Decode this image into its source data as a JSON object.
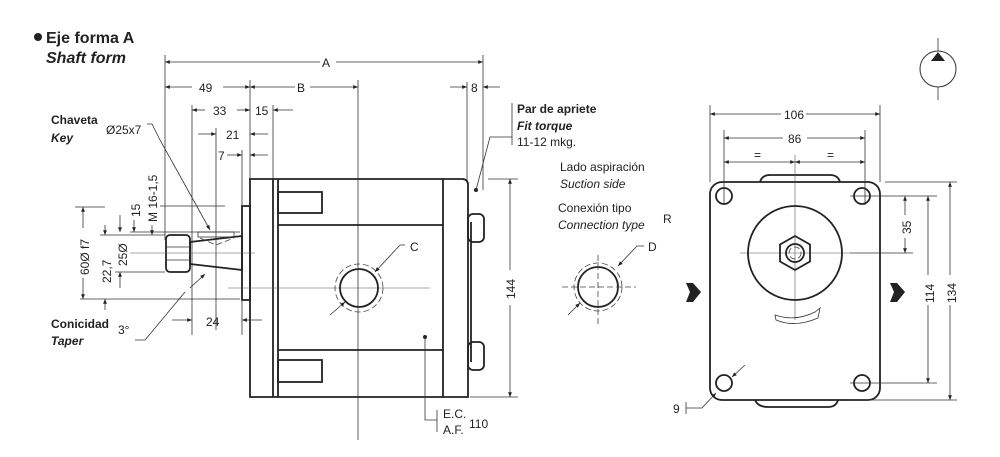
{
  "title": {
    "es": "Eje forma A",
    "en": "Shaft form"
  },
  "dimensions": {
    "A": "A",
    "d49": "49",
    "B": "B",
    "d8": "8",
    "d33": "33",
    "d15": "15",
    "d21": "21",
    "d7": "7",
    "d24": "24",
    "d144": "144",
    "d106": "106",
    "d86": "86",
    "eq": "=",
    "d35": "35",
    "d114": "114",
    "d134": "134",
    "d9": "9",
    "d60": "60Ø f7",
    "d22": "22,7",
    "d25": "25Ø",
    "d15v": "15",
    "thread": "M 16-1,5",
    "d110": "110",
    "C": "C",
    "D": "D"
  },
  "labels": {
    "key_es": "Chaveta",
    "key_en": "Key",
    "key_dim": "Ø25x7",
    "taper_es": "Conicidad",
    "taper_en": "Taper",
    "taper_angle": "3°",
    "torque_es": "Par de apriete",
    "torque_en": "Fit torque",
    "torque_val": "11-12 mkg.",
    "suction_es": "Lado aspiración",
    "suction_en": "Suction side",
    "conn_es": "Conexión tipo",
    "conn_en": "Connection type",
    "conn_type": "R",
    "ec": "E.C.",
    "af": "A.F."
  }
}
